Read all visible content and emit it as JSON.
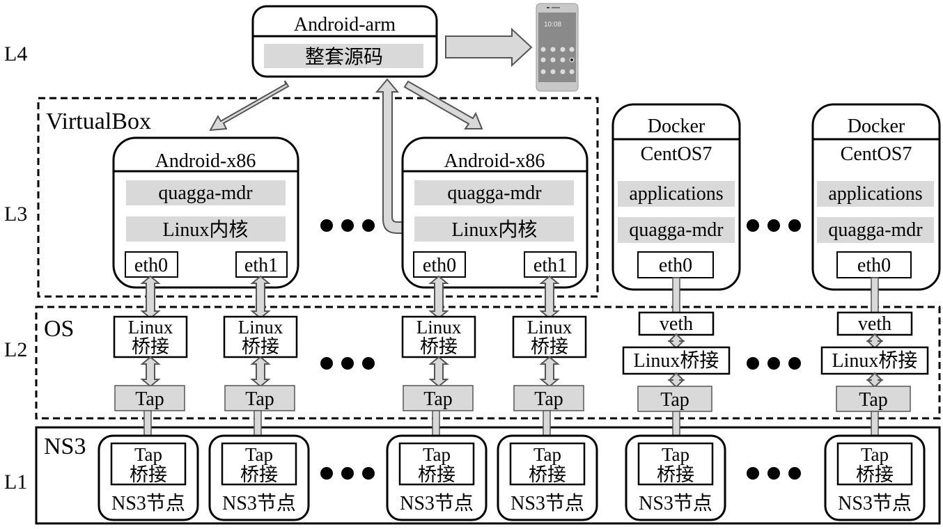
{
  "layers": {
    "l4": "L4",
    "l3": "L3",
    "l2": "L2",
    "l1": "L1"
  },
  "regions": {
    "virtualbox": "VirtualBox",
    "os": "OS",
    "ns3": "NS3"
  },
  "android_arm": {
    "title": "Android-arm",
    "content": "整套源码"
  },
  "android_x86": [
    {
      "title": "Android-x86",
      "rows": [
        "quagga-mdr",
        "Linux内核"
      ],
      "ifaces": [
        "eth0",
        "eth1"
      ]
    },
    {
      "title": "Android-x86",
      "rows": [
        "quagga-mdr",
        "Linux内核"
      ],
      "ifaces": [
        "eth0",
        "eth1"
      ]
    }
  ],
  "docker": [
    {
      "title": "Docker",
      "os": "CentOS7",
      "rows": [
        "applications",
        "quagga-mdr"
      ],
      "iface": "eth0"
    },
    {
      "title": "Docker",
      "os": "CentOS7",
      "rows": [
        "applications",
        "quagga-mdr"
      ],
      "iface": "eth0"
    }
  ],
  "l2": {
    "linux_bridge_l1": "Linux",
    "linux_bridge_l2": "桥接",
    "tap": "Tap",
    "veth": "veth",
    "linux_bridge_inline": "Linux桥接"
  },
  "ns3_node": {
    "tap_bridge_l1": "Tap",
    "tap_bridge_l2": "桥接",
    "label": "NS3节点"
  },
  "phone": {
    "icon": "smartphone-icon",
    "clock": "10:08"
  },
  "colors": {
    "gray_fill": "#d9d9d9",
    "stroke": "#000000",
    "arrow_stroke": "#555555"
  }
}
